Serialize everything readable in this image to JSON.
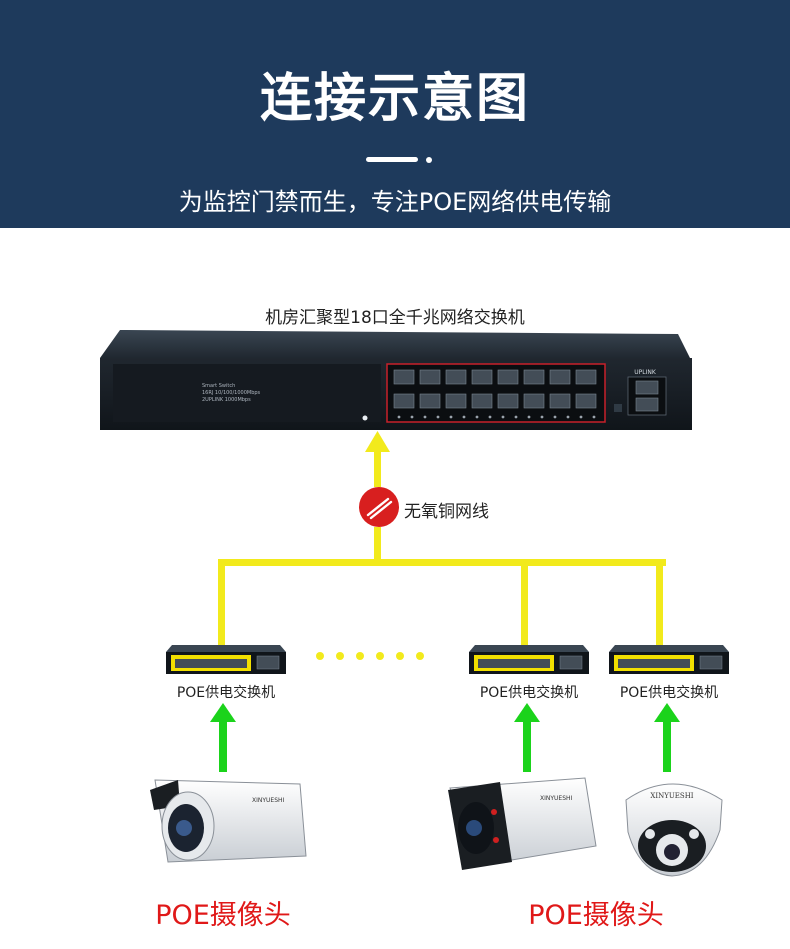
{
  "header": {
    "title": "连接示意图",
    "subtitle": "为监控门禁而生，专注POE网络供电传输"
  },
  "main_switch": {
    "label": "机房汇聚型18口全千兆网络交换机",
    "face_line1": "Smart Switch",
    "face_line2": "16RJ 10/100/1000Mbps",
    "face_line3": "2UPLINK 1000Mbps",
    "uplink": "UPLINK"
  },
  "cable": {
    "label": "无氧铜网线"
  },
  "poe_switches": [
    {
      "label": "POE供电交换机"
    },
    {
      "label": "POE供电交换机"
    },
    {
      "label": "POE供电交换机"
    }
  ],
  "cameras": {
    "left_label": "POE摄像头",
    "right_label": "POE摄像头",
    "bullet1_brand": "XINYUESHI",
    "bullet2_brand": "XINYUESHI",
    "dome_brand": "XINYUESHI"
  },
  "colors": {
    "header_bg": "#1e3a5c",
    "cable_yellow": "#f2ea1c",
    "arrow_green": "#1bd31b",
    "camera_label_red": "#e01818"
  }
}
